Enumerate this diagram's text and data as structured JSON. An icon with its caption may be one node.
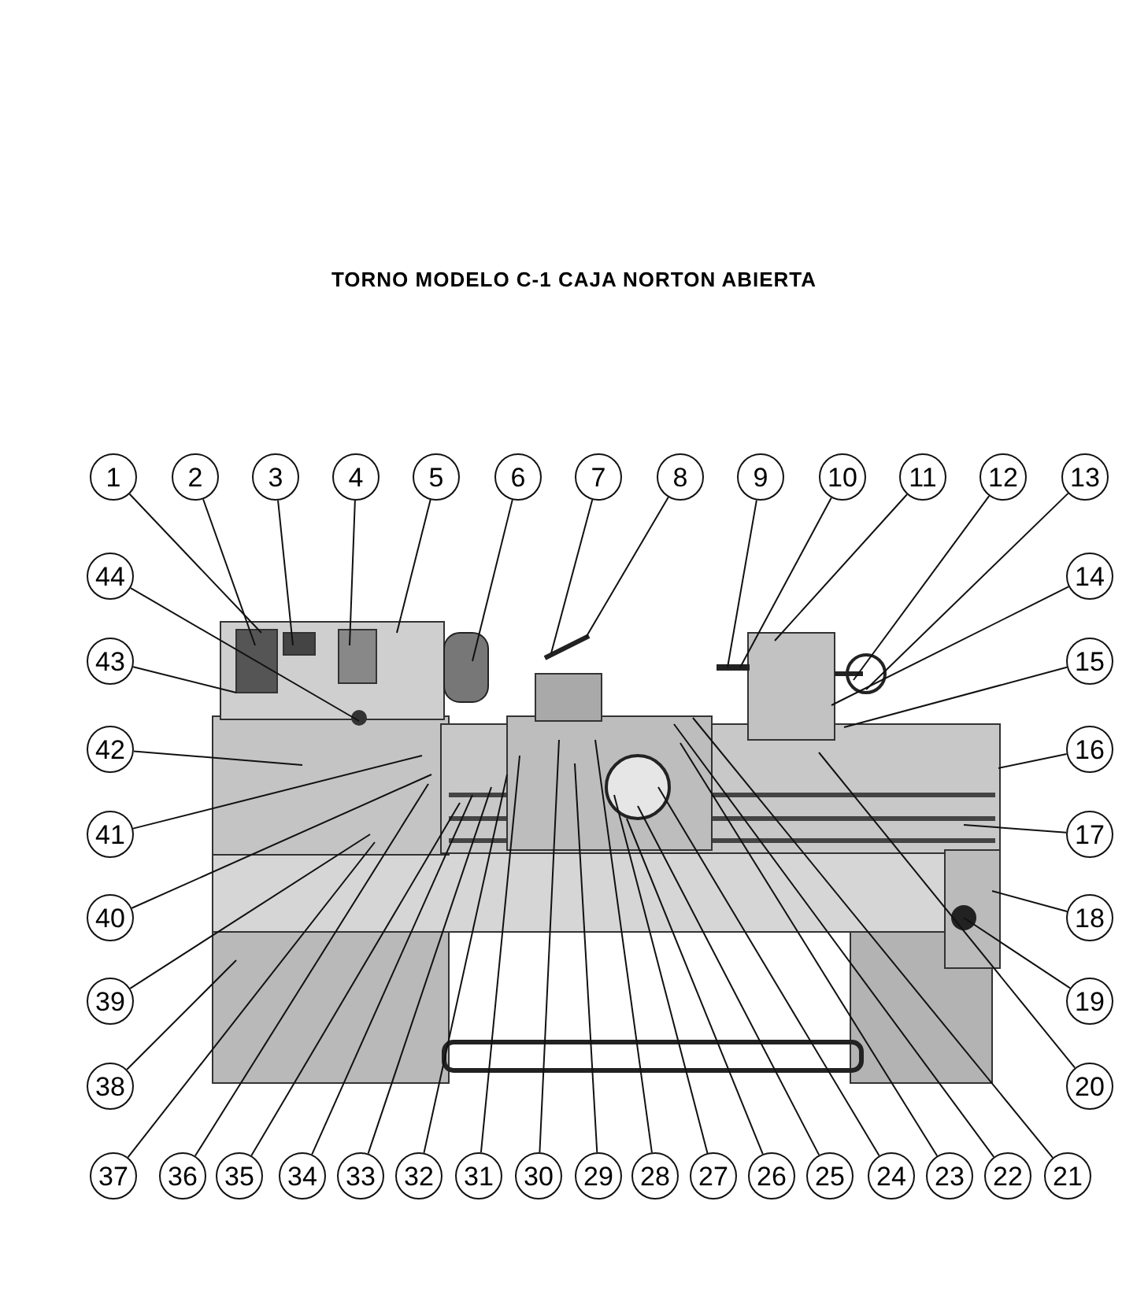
{
  "diagram": {
    "title": "TORNO MODELO C-1 CAJA NORTON ABIERTA",
    "nodes": [
      {
        "text": [
          "1"
        ]
      },
      {
        "text": [
          "2"
        ]
      },
      {
        "text": [
          "3"
        ]
      },
      {
        "text": [
          "4"
        ]
      },
      {
        "text": [
          "5"
        ]
      },
      {
        "text": [
          "6"
        ]
      },
      {
        "text": [
          "7"
        ]
      },
      {
        "text": [
          "8"
        ]
      },
      {
        "text": [
          "9"
        ]
      },
      {
        "text": [
          "10"
        ]
      },
      {
        "text": [
          "11"
        ]
      },
      {
        "text": [
          "12"
        ]
      },
      {
        "text": [
          "13"
        ]
      },
      {
        "text": [
          "14"
        ]
      },
      {
        "text": [
          "15"
        ]
      },
      {
        "text": [
          "16"
        ]
      },
      {
        "text": [
          "17"
        ]
      },
      {
        "text": [
          "18"
        ]
      },
      {
        "text": [
          "19"
        ]
      },
      {
        "text": [
          "20"
        ]
      },
      {
        "text": [
          "21"
        ]
      },
      {
        "text": [
          "22"
        ]
      },
      {
        "text": [
          "23"
        ]
      },
      {
        "text": [
          "24"
        ]
      },
      {
        "text": [
          "25"
        ]
      },
      {
        "text": [
          "26"
        ]
      },
      {
        "text": [
          "27"
        ]
      },
      {
        "text": [
          "28"
        ]
      },
      {
        "text": [
          "29"
        ]
      },
      {
        "text": [
          "30"
        ]
      },
      {
        "text": [
          "31"
        ]
      },
      {
        "text": [
          "32"
        ]
      },
      {
        "text": [
          "33"
        ]
      },
      {
        "text": [
          "34"
        ]
      },
      {
        "text": [
          "35"
        ]
      },
      {
        "text": [
          "36"
        ]
      },
      {
        "text": [
          "37"
        ]
      },
      {
        "text": [
          "38"
        ]
      },
      {
        "text": [
          "39"
        ]
      },
      {
        "text": [
          "40"
        ]
      },
      {
        "text": [
          "41"
        ]
      },
      {
        "text": [
          "42"
        ]
      },
      {
        "text": [
          "43"
        ]
      },
      {
        "text": [
          "44"
        ]
      },
      {
        "text": [],
        "shape": "picture"
      }
    ],
    "edges": [
      {
        "from": 0,
        "to": 44,
        "arrow": "none"
      },
      {
        "from": 1,
        "to": 44,
        "arrow": "none"
      },
      {
        "from": 2,
        "to": 44,
        "arrow": "none"
      },
      {
        "from": 3,
        "to": 44,
        "arrow": "none"
      },
      {
        "from": 4,
        "to": 44,
        "arrow": "none"
      },
      {
        "from": 5,
        "to": 44,
        "arrow": "none"
      },
      {
        "from": 6,
        "to": 44,
        "arrow": "none"
      },
      {
        "from": 7,
        "to": 44,
        "arrow": "none"
      },
      {
        "from": 8,
        "to": 44,
        "arrow": "none"
      },
      {
        "from": 9,
        "to": 44,
        "arrow": "none"
      },
      {
        "from": 10,
        "to": 44,
        "arrow": "none"
      },
      {
        "from": 11,
        "to": 44,
        "arrow": "none"
      },
      {
        "from": 12,
        "to": 44,
        "arrow": "none"
      },
      {
        "from": 13,
        "to": 44,
        "arrow": "none"
      },
      {
        "from": 14,
        "to": 44,
        "arrow": "none"
      },
      {
        "from": 15,
        "to": 44,
        "arrow": "none"
      },
      {
        "from": 16,
        "to": 44,
        "arrow": "none"
      },
      {
        "from": 17,
        "to": 44,
        "arrow": "none"
      },
      {
        "from": 18,
        "to": 44,
        "arrow": "none"
      },
      {
        "from": 19,
        "to": 44,
        "arrow": "none"
      },
      {
        "from": 20,
        "to": 44,
        "arrow": "none"
      },
      {
        "from": 21,
        "to": 44,
        "arrow": "none"
      },
      {
        "from": 22,
        "to": 44,
        "arrow": "none"
      },
      {
        "from": 23,
        "to": 44,
        "arrow": "none"
      },
      {
        "from": 24,
        "to": 44,
        "arrow": "none"
      },
      {
        "from": 25,
        "to": 44,
        "arrow": "none"
      },
      {
        "from": 26,
        "to": 44,
        "arrow": "none"
      },
      {
        "from": 27,
        "to": 44,
        "arrow": "none"
      },
      {
        "from": 28,
        "to": 44,
        "arrow": "none"
      },
      {
        "from": 29,
        "to": 44,
        "arrow": "none"
      },
      {
        "from": 30,
        "to": 44,
        "arrow": "none"
      },
      {
        "from": 31,
        "to": 44,
        "arrow": "none"
      },
      {
        "from": 32,
        "to": 44,
        "arrow": "none"
      },
      {
        "from": 33,
        "to": 44,
        "arrow": "none"
      },
      {
        "from": 34,
        "to": 44,
        "arrow": "none"
      },
      {
        "from": 35,
        "to": 44,
        "arrow": "none"
      },
      {
        "from": 36,
        "to": 44,
        "arrow": "none"
      },
      {
        "from": 37,
        "to": 44,
        "arrow": "none"
      },
      {
        "from": 38,
        "to": 44,
        "arrow": "none"
      },
      {
        "from": 39,
        "to": 44,
        "arrow": "none"
      },
      {
        "from": 40,
        "to": 44,
        "arrow": "none"
      },
      {
        "from": 41,
        "to": 44,
        "arrow": "none"
      },
      {
        "from": 42,
        "to": 44,
        "arrow": "none"
      },
      {
        "from": 43,
        "to": 44,
        "arrow": "none"
      }
    ]
  }
}
